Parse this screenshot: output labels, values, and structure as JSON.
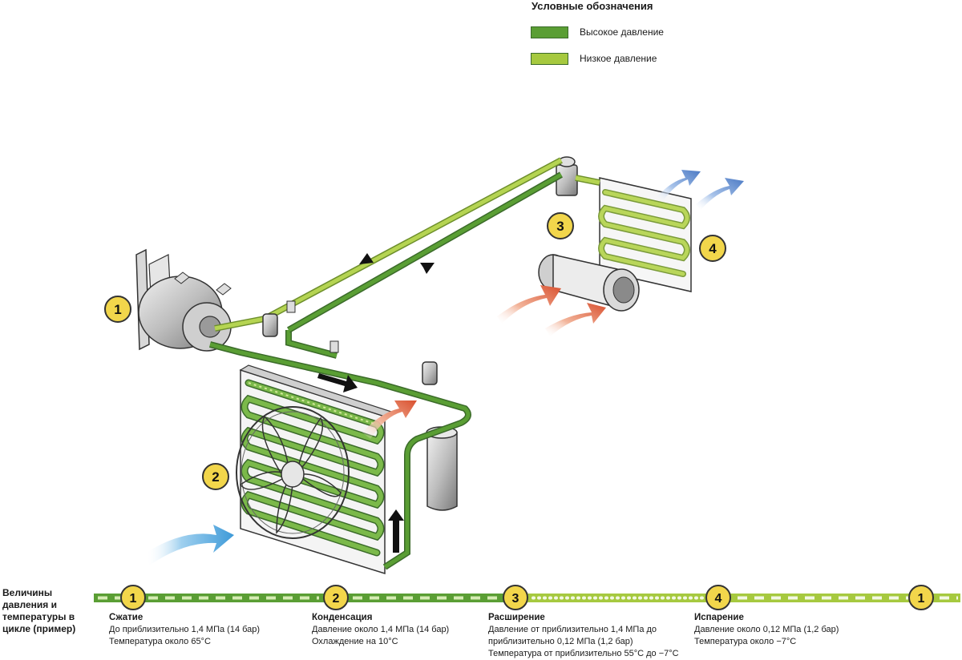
{
  "legend": {
    "title": "Условные обозначения",
    "items": [
      {
        "label": "Высокое давление",
        "color": "#5a9e34"
      },
      {
        "label": "Низкое давление",
        "color": "#a6c93f"
      }
    ]
  },
  "component_markers": [
    "1",
    "2",
    "3",
    "4"
  ],
  "cycle": {
    "caption": "Величины давления и температуры в цикле (пример)",
    "end_marker": "1",
    "stages": [
      {
        "number": "1",
        "title": "Сжатие",
        "lines": [
          "До приблизительно 1,4 МПа (14 бар)",
          "Температура около 65°C"
        ]
      },
      {
        "number": "2",
        "title": "Конденсация",
        "lines": [
          "Давление около 1,4 МПа (14 бар)",
          "Охлаждение на 10°C"
        ]
      },
      {
        "number": "3",
        "title": "Расширение",
        "lines": [
          "Давление от приблизительно 1,4 МПа до",
          "приблизительно 0,12 МПа (1,2 бар)",
          "Температура от приблизительно 55°C до −7°C"
        ]
      },
      {
        "number": "4",
        "title": "Испарение",
        "lines": [
          "Давление около 0,12 МПа (1,2 бар)",
          "Температура около −7°C"
        ]
      }
    ]
  },
  "colors": {
    "high_pressure": "#5a9e34",
    "low_pressure": "#a6c93f",
    "marker_fill": "#f2d64b",
    "hot_air": "#d9502f",
    "cold_air": "#3f7fd0"
  }
}
